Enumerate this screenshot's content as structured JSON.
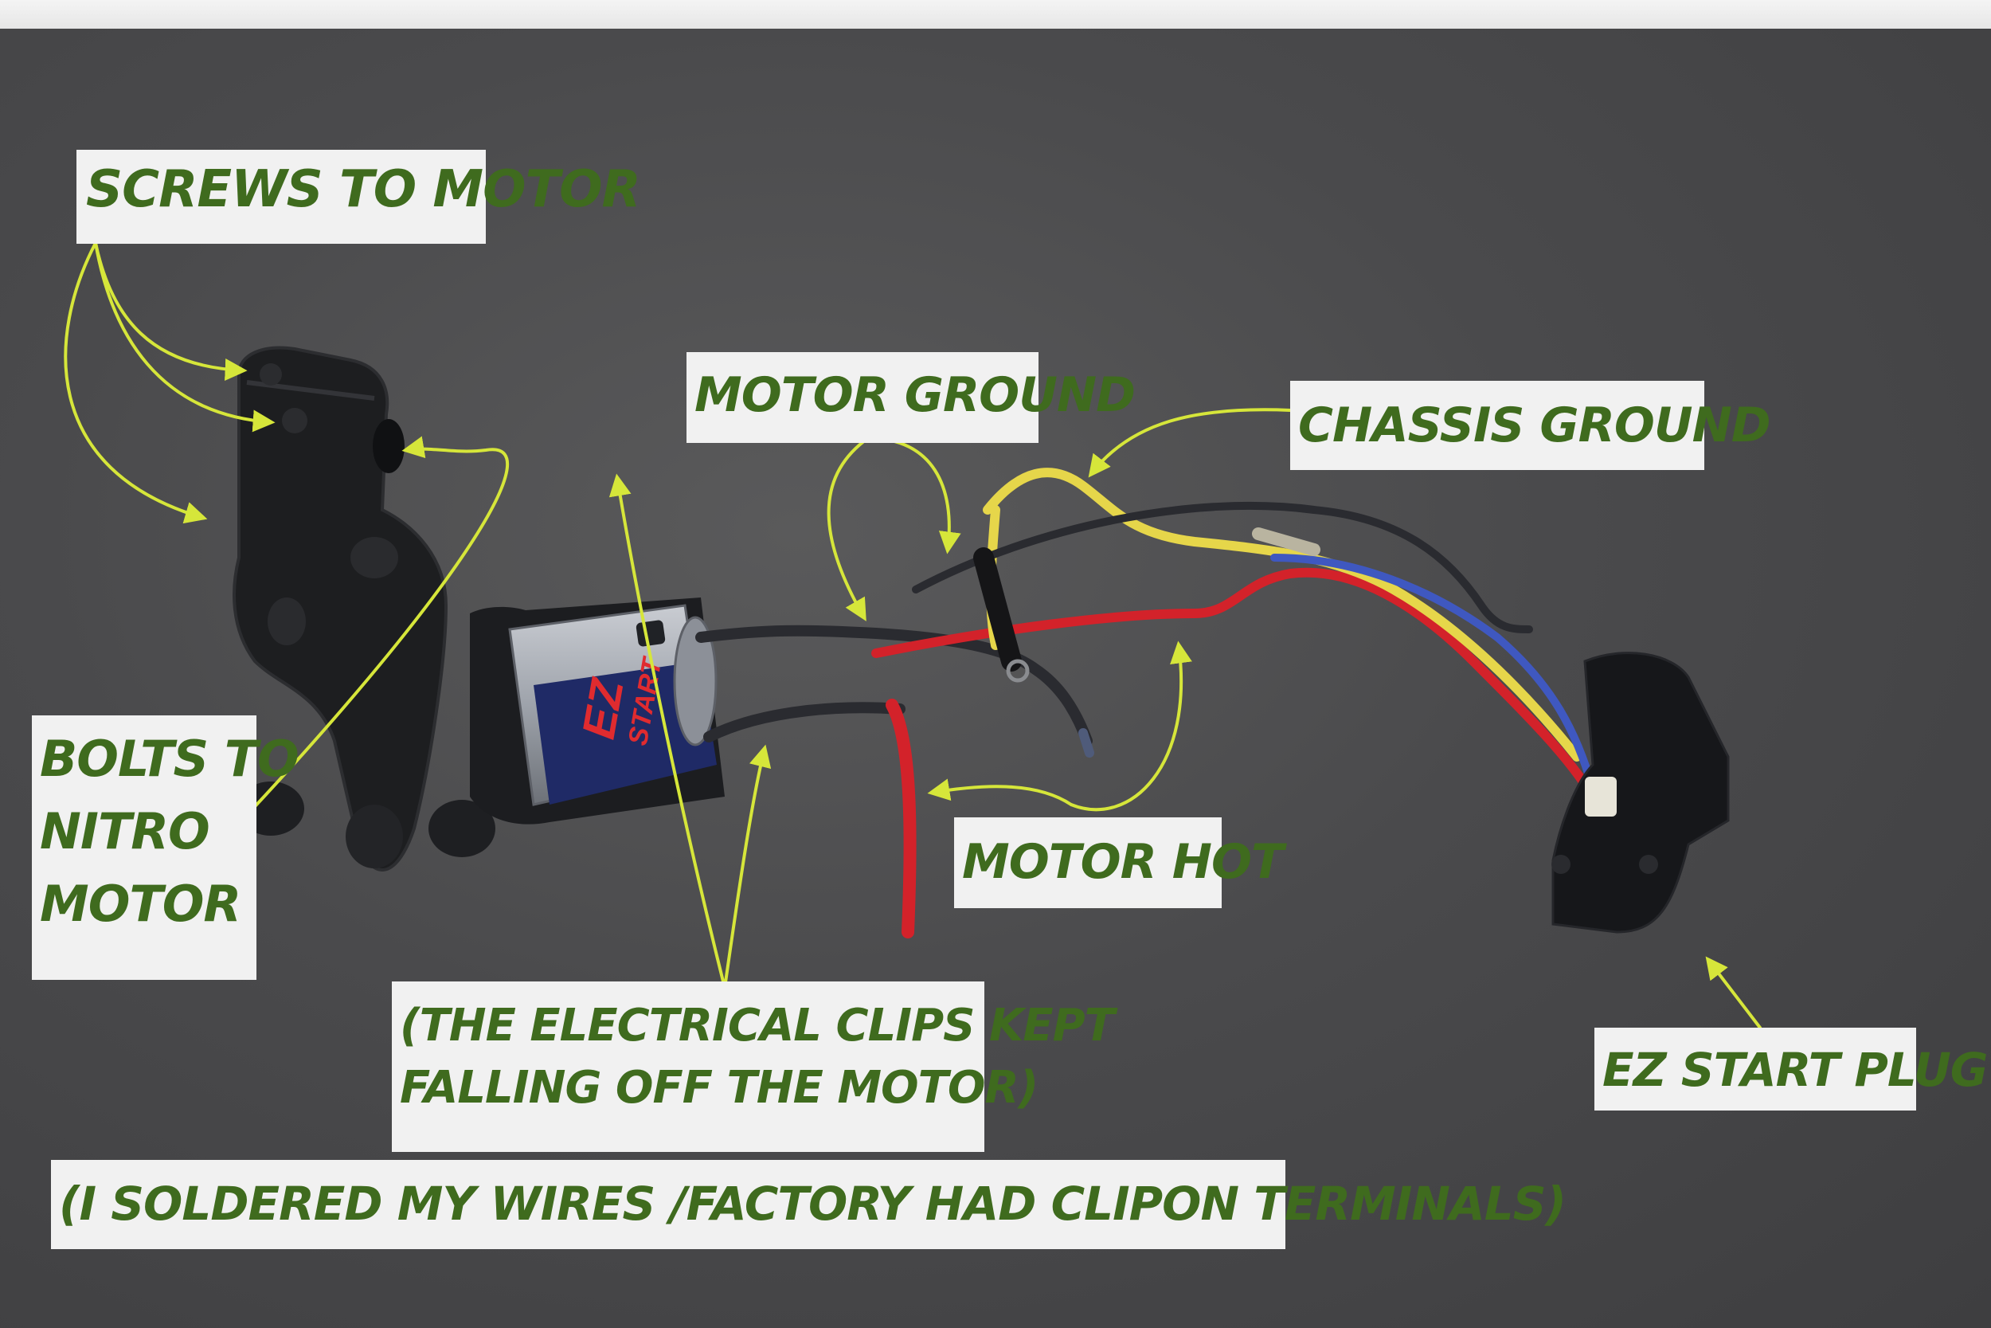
{
  "annotations": {
    "screws_to_motor": "Screws To Motor",
    "bolts_to_nitro_motor": [
      "Bolts To",
      "Nitro",
      "Motor"
    ],
    "motor_ground": "Motor Ground",
    "chassis_ground": "Chassis Ground",
    "motor_hot": "Motor Hot",
    "ez_start_plug": "EZ Start Plug",
    "clips_note": [
      "(The Electrical Clips Kept",
      "Falling Off the Motor)"
    ],
    "solder_note": "(I soldered my wires /factory had clipon terminals)"
  },
  "motor_logo": {
    "line1": "EZ",
    "line2": "START"
  },
  "colors": {
    "label_text": "#3f6b1e",
    "label_bg": "#f1f1f1",
    "arrow": "#d6e63a",
    "surface": "#4a4a4c",
    "wire_red": "#d3222a",
    "wire_yellow": "#e6d64a",
    "wire_blue": "#3f58c0",
    "wire_black": "#2a2b30"
  }
}
